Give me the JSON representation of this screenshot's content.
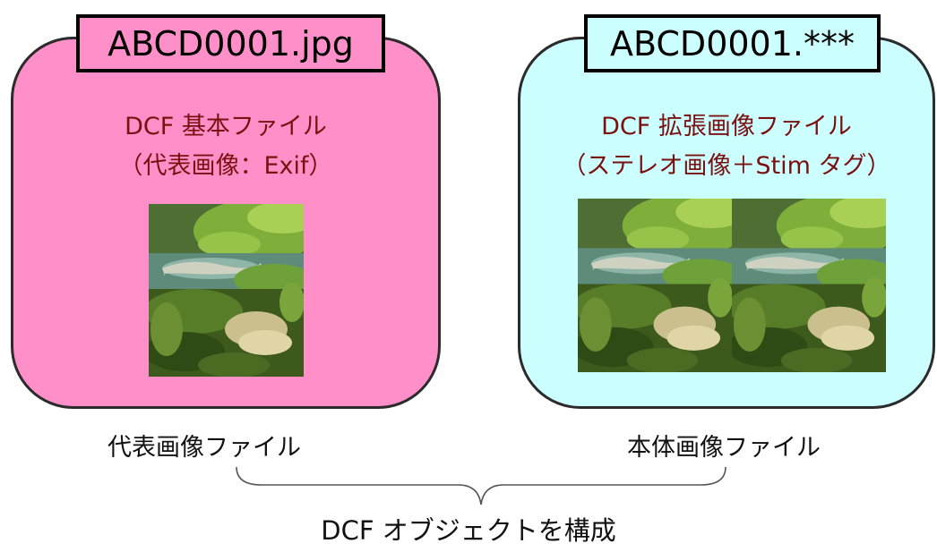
{
  "left_file": {
    "filename": "ABCD0001.jpg",
    "description_line1": "DCF 基本ファイル",
    "description_line2": "（代表画像：Exif）",
    "caption": "代表画像ファイル"
  },
  "right_file": {
    "filename": "ABCD0001.***",
    "description_line1": "DCF 拡張画像ファイル",
    "description_line2": "（ステレオ画像＋Stim タグ）",
    "caption": "本体画像ファイル"
  },
  "bottom_label": "DCF オブジェクトを構成",
  "colors": {
    "left_box": "#ff8fc8",
    "right_box": "#ccffff",
    "description_text": "#7a1010"
  }
}
